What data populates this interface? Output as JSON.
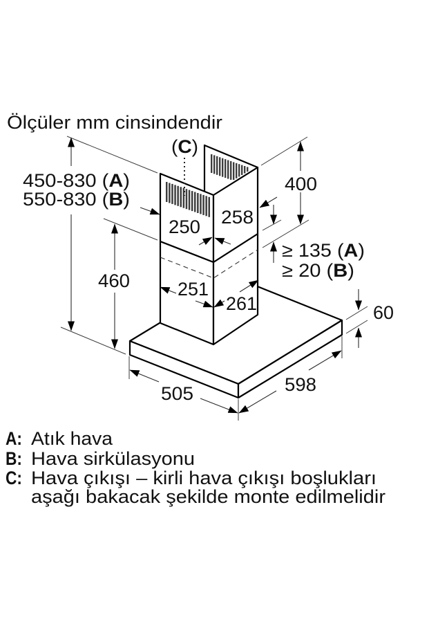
{
  "diagram": {
    "title": "Ölçüler mm cinsindendir",
    "callout_c": {
      "open": "(",
      "letter": "C",
      "close": ")"
    },
    "dims": {
      "total_height_a": {
        "value": "450-830",
        "open": " (",
        "letter": "A",
        "close": ")"
      },
      "total_height_b": {
        "value": "550-830",
        "open": " (",
        "letter": "B",
        "close": ")"
      },
      "upper_chimney_width": "250",
      "upper_chimney_depth": "258",
      "upper_chimney_height": "400",
      "overlap_a": {
        "value": "≥ 135",
        "open": " (",
        "letter": "A",
        "close": ")"
      },
      "overlap_b": {
        "value": "≥ 20",
        "open": " (",
        "letter": "B",
        "close": ")"
      },
      "lower_chimney_height": "460",
      "lower_chimney_width": "251",
      "lower_chimney_depth": "261",
      "hood_height": "60",
      "hood_width": "598",
      "hood_depth": "505"
    }
  },
  "legend": [
    {
      "key": "A:",
      "text": "Atık hava"
    },
    {
      "key": "B:",
      "text": "Hava sirkülasyonu"
    },
    {
      "key": "C:",
      "text": "Hava çıkışı – kirli hava çıkışı boşlukları",
      "continuation": "aşağı bakacak şekilde monte edilmelidir"
    }
  ]
}
